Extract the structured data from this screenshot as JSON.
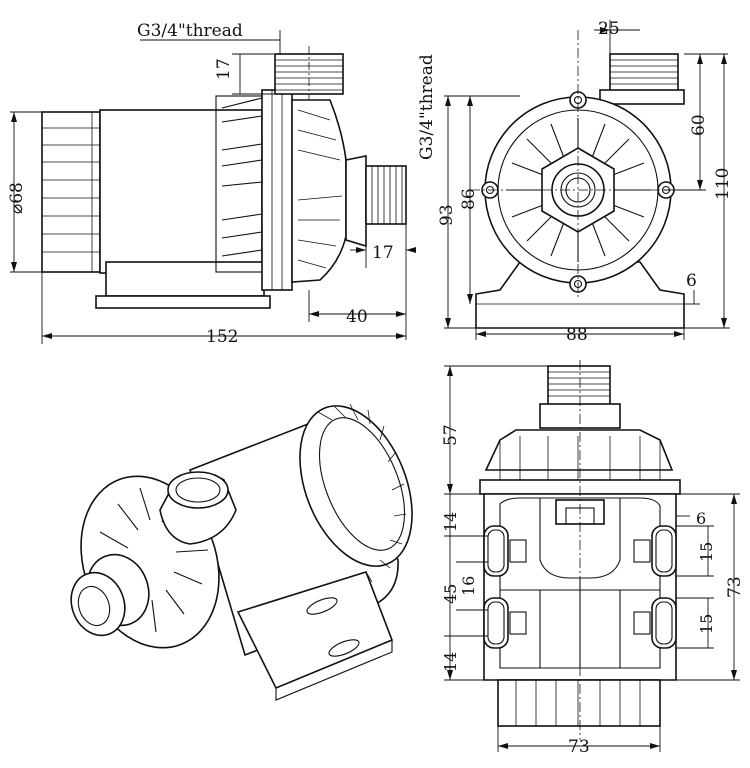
{
  "colors": {
    "line": "#111111",
    "background": "#ffffff"
  },
  "side_view": {
    "thread_top": "G3/4\"thread",
    "thread_height_top": "17",
    "diameter": "⌀68",
    "thread_length_outlet": "17",
    "outlet_offset": "40",
    "overall_length": "152"
  },
  "front_view": {
    "thread_outlet": "G3/4\"thread",
    "top_thread_width": "25",
    "height_total": "93",
    "height_body": "86",
    "height_outlet": "60",
    "height_overall": "110",
    "foot_thickness": "6",
    "base_width": "88"
  },
  "bottom_view": {
    "height_top": "57",
    "slot_top": "14",
    "slot_pitch": "45",
    "slot_gap": "16",
    "slot_bottom": "14",
    "slot_right_offset": "6",
    "slot_len_upper": "15",
    "slot_len_lower": "15",
    "base_depth": "73",
    "base_width": "73"
  }
}
